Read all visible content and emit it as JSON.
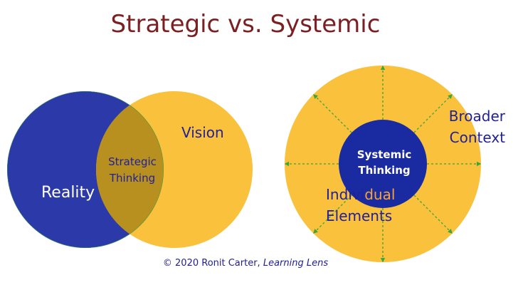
{
  "title": "Strategic vs. Systemic",
  "left_diagram": {
    "reality_label": "Reality",
    "overlap_label_line1": "Strategic",
    "overlap_label_line2": "Thinking",
    "vision_label": "Vision"
  },
  "right_diagram": {
    "core_label_line1": "Systemic",
    "core_label_line2": "Thinking",
    "outer_label_line1": "Broader",
    "outer_label_line2": "Context",
    "elements_label_part1": "Indivi",
    "elements_label_highlight": "dual",
    "elements_label_line2": "Elements"
  },
  "copyright": {
    "prefix": "© 2020 Ronit Carter, ",
    "brand": "Learning Lens"
  },
  "colors": {
    "title": "#7b1f22",
    "reality_fill": "#2b3aa8",
    "vision_fill": "#f9c13c",
    "core_fill": "#1a2aa0",
    "arrow": "#3aa53a",
    "text_blue": "#22209a"
  }
}
